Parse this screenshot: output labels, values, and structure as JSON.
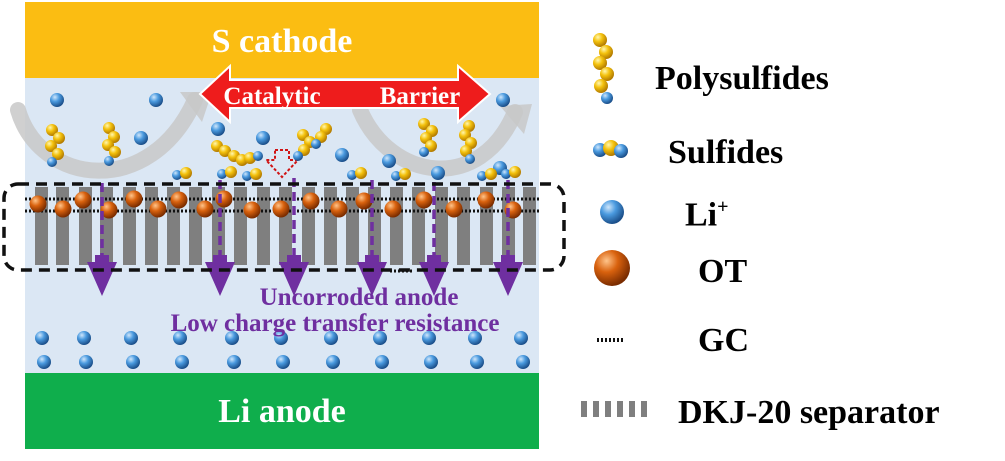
{
  "diagram": {
    "cathode_label": "S cathode",
    "anode_label": "Li anode",
    "catalytic_label": "Catalytic",
    "barrier_label": "Barrier",
    "note_line1": "Uncorroded anode",
    "note_line2": "Low charge transfer resistance"
  },
  "legend": {
    "polysulfides": "Polysulfides",
    "sulfides": "Sulfides",
    "li_ion": "Li",
    "li_ion_sup": "+",
    "ot": "OT",
    "gc": "GC",
    "separator": "DKJ-20 separator"
  },
  "colors": {
    "cathode": "#fbbd12",
    "electrolyte": "#dbe7f4",
    "anode": "#0fae4c",
    "arrow_red": "#ee1c1c",
    "flux_purple": "#6f2fa0",
    "separator_gray": "#7f7f7f",
    "sulfur_yellow": "#f2c413",
    "li_blue": "#3d8ccf",
    "ot_orange": "#c4500a"
  }
}
